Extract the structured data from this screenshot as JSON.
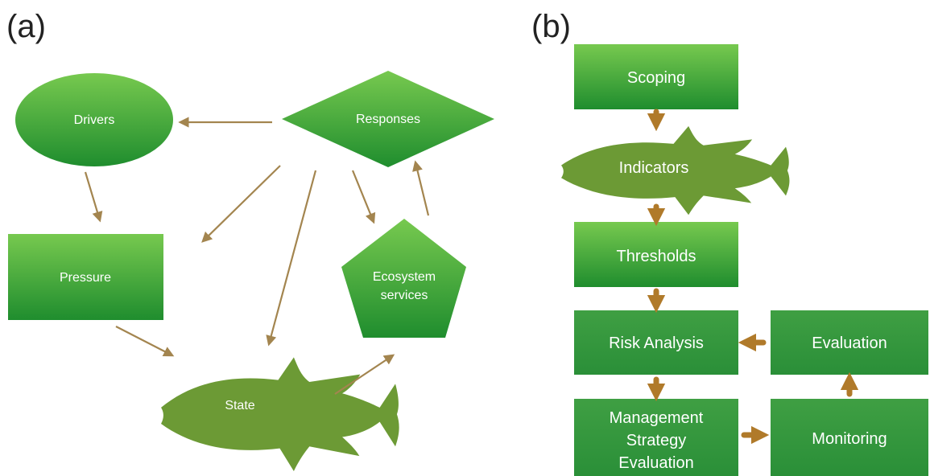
{
  "panel_a": {
    "label": "(a)",
    "nodes": {
      "drivers": "Drivers",
      "responses": "Responses",
      "pressure": "Pressure",
      "ecosystem_line1": "Ecosystem",
      "ecosystem_line2": "services",
      "state": "State"
    }
  },
  "panel_b": {
    "label": "(b)",
    "nodes": {
      "scoping": "Scoping",
      "indicators": "Indicators",
      "thresholds": "Thresholds",
      "risk_analysis": "Risk Analysis",
      "evaluation": "Evaluation",
      "mse_line1": "Management",
      "mse_line2": "Strategy",
      "mse_line3": "Evaluation",
      "monitoring": "Monitoring"
    }
  },
  "colors": {
    "green_light": "#6fc24a",
    "green_dark": "#1f8d2e",
    "fish": "#6c9a35",
    "arrow_thin": "#a3854f",
    "arrow_fat": "#b07a2a"
  }
}
